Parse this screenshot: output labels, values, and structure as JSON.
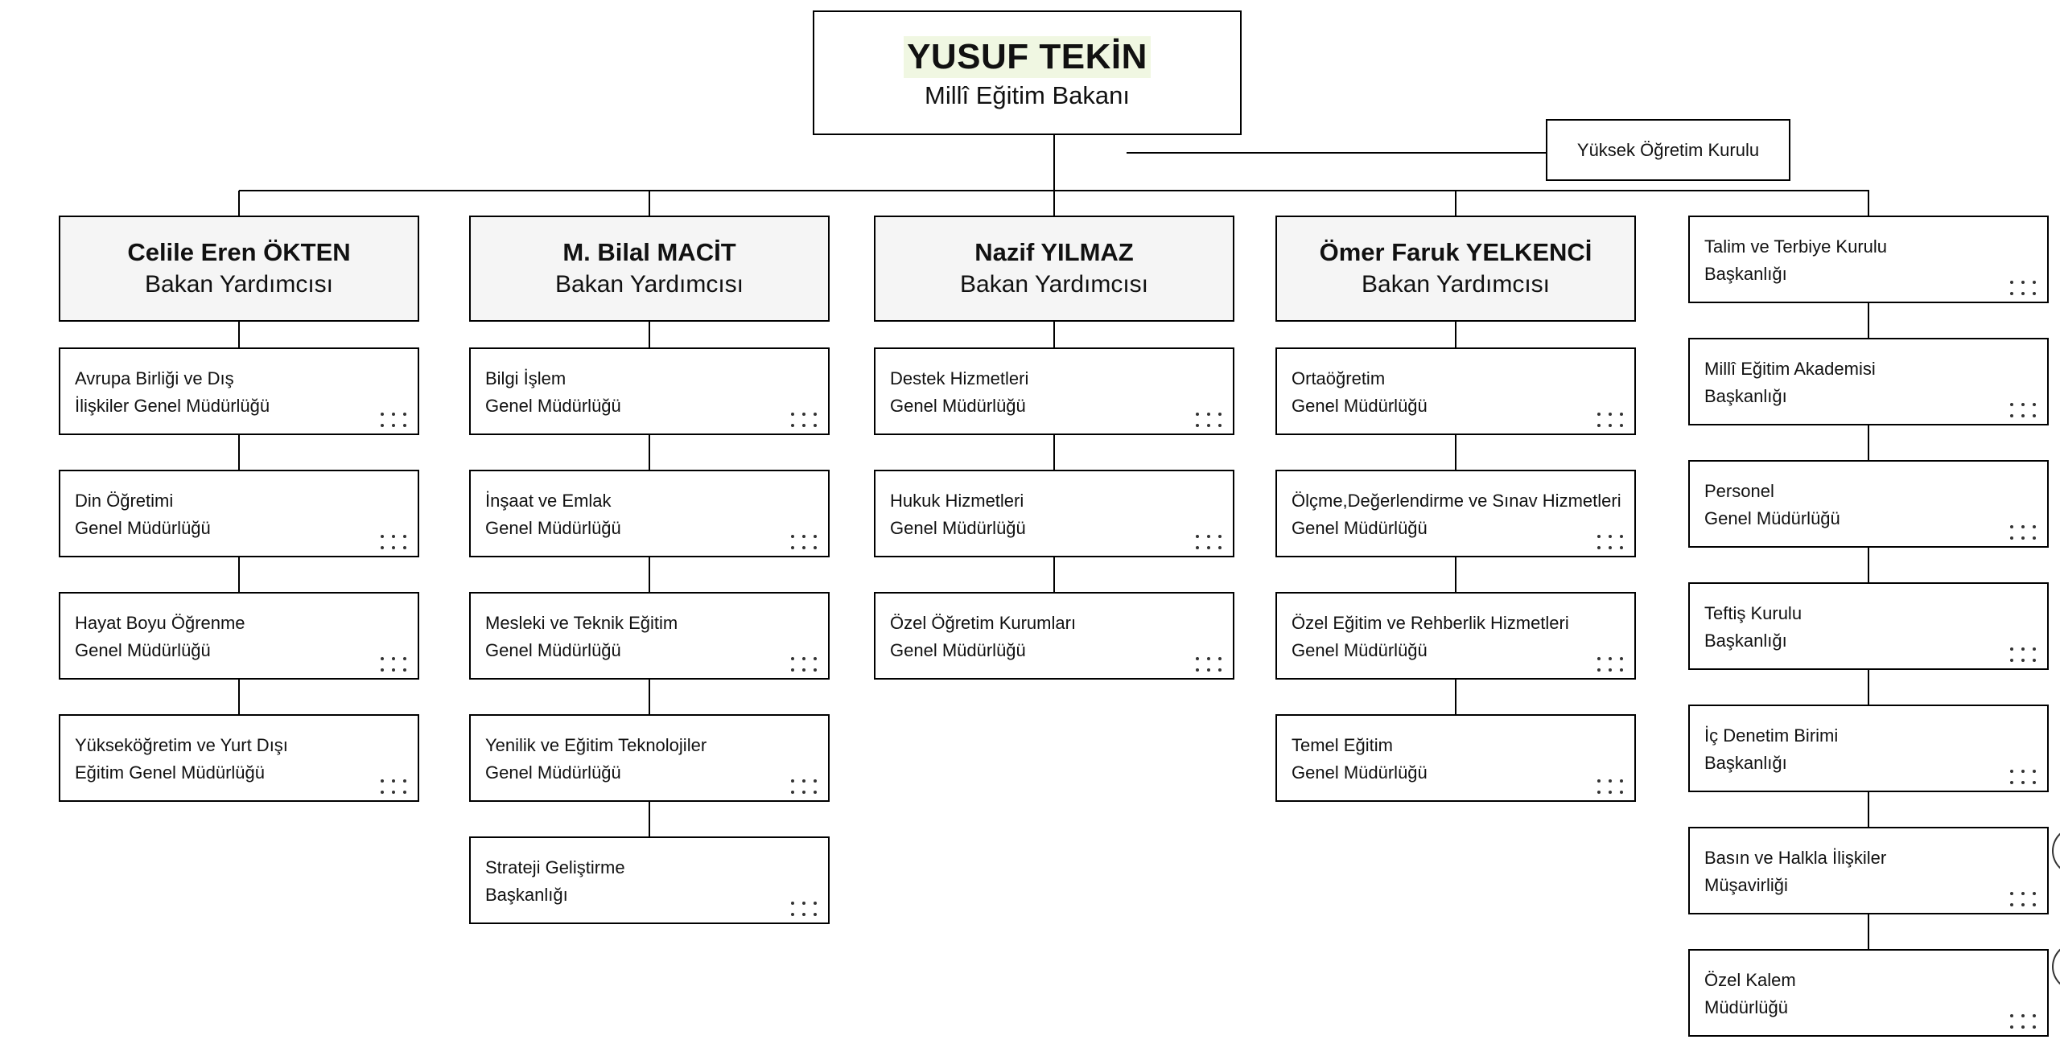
{
  "minister": {
    "name": "YUSUF TEKİN",
    "title": "Millî Eğitim Bakanı"
  },
  "council": {
    "label": "Yüksek Öğretim Kurulu"
  },
  "deputies": [
    {
      "name": "Celile Eren ÖKTEN",
      "title": "Bakan Yardımcısı",
      "units": [
        [
          "Avrupa Birliği ve Dış",
          "İlişkiler Genel Müdürlüğü"
        ],
        [
          "Din Öğretimi",
          "Genel Müdürlüğü"
        ],
        [
          "Hayat Boyu Öğrenme",
          "Genel Müdürlüğü"
        ],
        [
          "Yükseköğretim ve Yurt Dışı",
          "Eğitim Genel Müdürlüğü"
        ]
      ]
    },
    {
      "name": "M. Bilal MACİT",
      "title": "Bakan Yardımcısı",
      "units": [
        [
          "Bilgi İşlem",
          "Genel Müdürlüğü"
        ],
        [
          "İnşaat ve Emlak",
          "Genel Müdürlüğü"
        ],
        [
          "Mesleki ve Teknik Eğitim",
          "Genel Müdürlüğü"
        ],
        [
          "Yenilik ve Eğitim Teknolojiler",
          "Genel Müdürlüğü"
        ],
        [
          "Strateji Geliştirme",
          "Başkanlığı"
        ]
      ]
    },
    {
      "name": "Nazif YILMAZ",
      "title": "Bakan Yardımcısı",
      "units": [
        [
          "Destek Hizmetleri",
          "Genel Müdürlüğü"
        ],
        [
          "Hukuk Hizmetleri",
          "Genel Müdürlüğü"
        ],
        [
          "Özel Öğretim Kurumları",
          "Genel Müdürlüğü"
        ]
      ]
    },
    {
      "name": "Ömer Faruk YELKENCİ",
      "title": "Bakan Yardımcısı",
      "units": [
        [
          "Ortaöğretim",
          "Genel Müdürlüğü"
        ],
        [
          "Ölçme,Değerlendirme ve Sınav Hizmetleri",
          "Genel Müdürlüğü"
        ],
        [
          "Özel Eğitim ve Rehberlik Hizmetleri",
          "Genel Müdürlüğü"
        ],
        [
          "Temel Eğitim",
          "Genel Müdürlüğü"
        ]
      ]
    }
  ],
  "direct_units": [
    [
      "Talim ve Terbiye Kurulu",
      "Başkanlığı"
    ],
    [
      "Millî Eğitim Akademisi",
      "Başkanlığı"
    ],
    [
      "Personel",
      "Genel Müdürlüğü"
    ],
    [
      "Teftiş Kurulu",
      "Başkanlığı"
    ],
    [
      "İç Denetim Birimi",
      "Başkanlığı"
    ],
    [
      "Basın ve Halkla İlişkiler",
      "Müşavirliği"
    ],
    [
      "Özel Kalem",
      "Müdürlüğü"
    ]
  ],
  "icons": {
    "more": "more-dots-icon"
  }
}
